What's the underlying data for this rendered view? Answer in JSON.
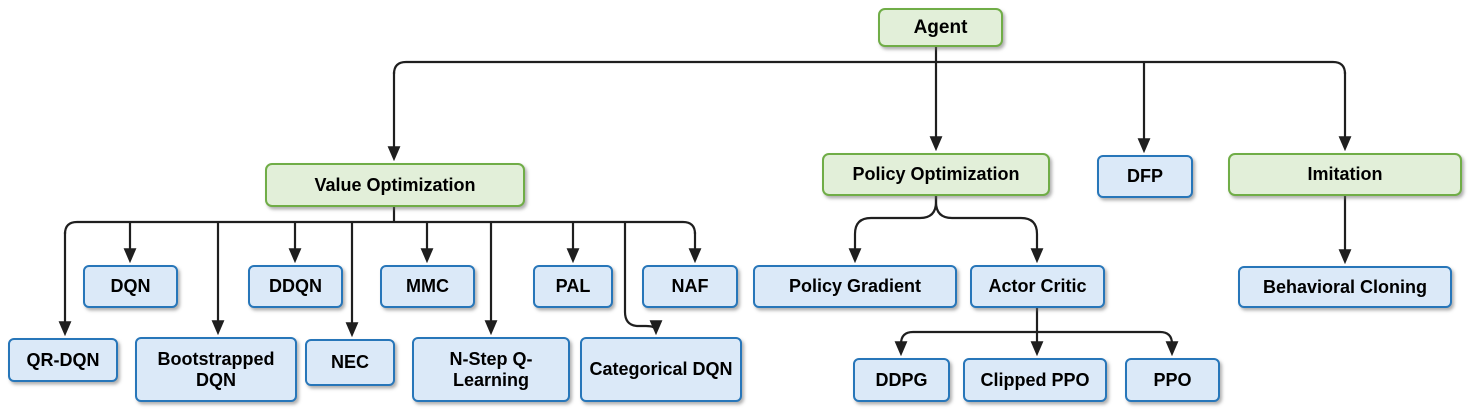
{
  "diagram": {
    "description": "Reinforcement learning agent algorithm hierarchy",
    "nodes": {
      "agent": {
        "label": "Agent",
        "type": "category"
      },
      "value_optimization": {
        "label": "Value Optimization",
        "type": "category"
      },
      "policy_optimization": {
        "label": "Policy Optimization",
        "type": "category"
      },
      "dfp": {
        "label": "DFP",
        "type": "algorithm"
      },
      "imitation": {
        "label": "Imitation",
        "type": "category"
      },
      "dqn": {
        "label": "DQN",
        "type": "algorithm"
      },
      "ddqn": {
        "label": "DDQN",
        "type": "algorithm"
      },
      "mmc": {
        "label": "MMC",
        "type": "algorithm"
      },
      "pal": {
        "label": "PAL",
        "type": "algorithm"
      },
      "naf": {
        "label": "NAF",
        "type": "algorithm"
      },
      "qr_dqn": {
        "label": "QR-DQN",
        "type": "algorithm"
      },
      "bootstrapped_dqn": {
        "label": "Bootstrapped DQN",
        "type": "algorithm"
      },
      "nec": {
        "label": "NEC",
        "type": "algorithm"
      },
      "n_step_q_learning": {
        "label": "N-Step Q-Learning",
        "type": "algorithm"
      },
      "categorical_dqn": {
        "label": "Categorical DQN",
        "type": "algorithm"
      },
      "policy_gradient": {
        "label": "Policy Gradient",
        "type": "algorithm"
      },
      "actor_critic": {
        "label": "Actor Critic",
        "type": "algorithm"
      },
      "behavioral_cloning": {
        "label": "Behavioral Cloning",
        "type": "algorithm"
      },
      "ddpg": {
        "label": "DDPG",
        "type": "algorithm"
      },
      "clipped_ppo": {
        "label": "Clipped PPO",
        "type": "algorithm"
      },
      "ppo": {
        "label": "PPO",
        "type": "algorithm"
      }
    },
    "hierarchy": [
      {
        "parent": "Agent",
        "children": [
          "Value Optimization",
          "Policy Optimization",
          "DFP",
          "Imitation"
        ]
      },
      {
        "parent": "Value Optimization",
        "children": [
          "QR-DQN",
          "DQN",
          "Bootstrapped DQN",
          "DDQN",
          "NEC",
          "MMC",
          "N-Step Q-Learning",
          "PAL",
          "Categorical DQN",
          "NAF"
        ]
      },
      {
        "parent": "Policy Optimization",
        "children": [
          "Policy Gradient",
          "Actor Critic"
        ]
      },
      {
        "parent": "Actor Critic",
        "children": [
          "DDPG",
          "Clipped PPO",
          "PPO"
        ]
      },
      {
        "parent": "Imitation",
        "children": [
          "Behavioral Cloning"
        ]
      }
    ],
    "colors": {
      "category_fill": "#e2efd9",
      "category_border": "#70ad47",
      "algorithm_fill": "#dbe9f8",
      "algorithm_border": "#2776b9",
      "connector": "#1f1f1f",
      "text": "#000000"
    }
  }
}
